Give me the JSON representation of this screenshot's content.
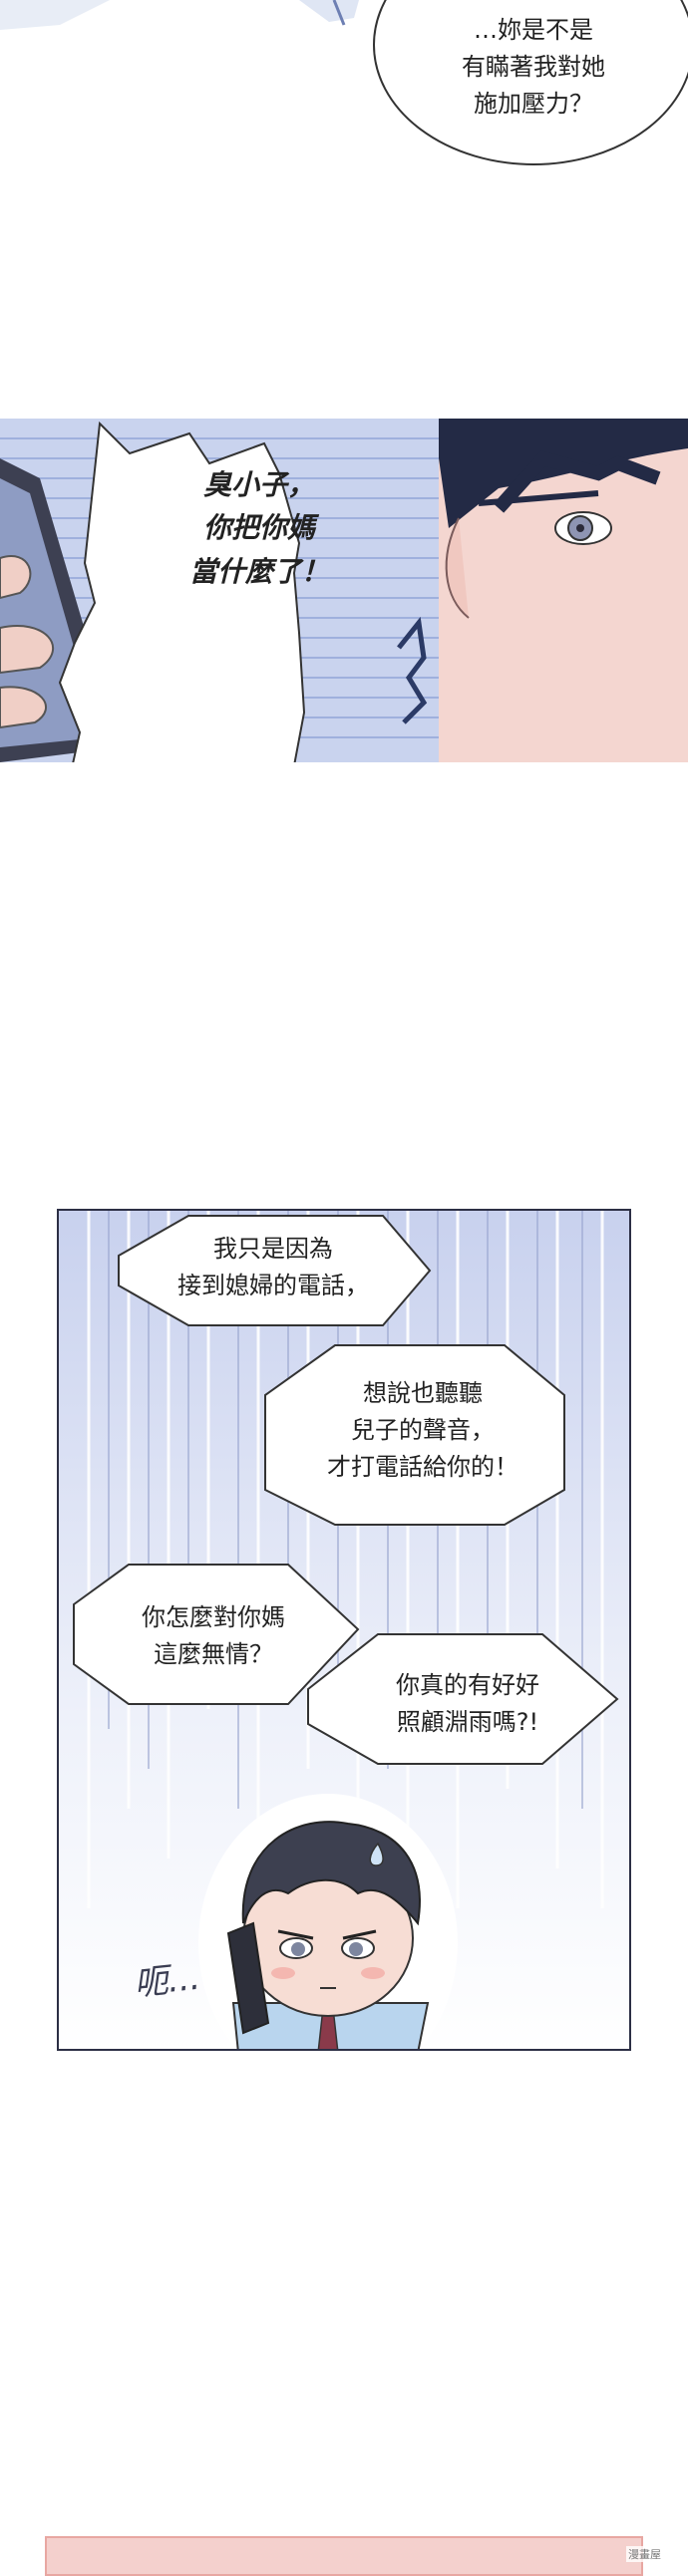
{
  "top_bubble": {
    "lines": [
      "…妳是不是",
      "有瞞著我對她",
      "施加壓力？"
    ]
  },
  "panel2": {
    "shout_lines": [
      "臭小子，",
      "你把你媽",
      "當什麼了！"
    ]
  },
  "panel3": {
    "bubble1": [
      "我只是因為",
      "接到媳婦的電話，"
    ],
    "bubble2": [
      "想說也聽聽",
      "兒子的聲音，",
      "才打電話給你的！"
    ],
    "bubble3": [
      "你怎麼對你媽",
      "這麼無情？"
    ],
    "bubble4": [
      "你真的有好好",
      "照顧淵雨嗎?!"
    ],
    "sfx": "呃..."
  },
  "watermark": "漫畫屋",
  "colors": {
    "panel_blue": "#c9d3ee",
    "border": "#2c2f45",
    "skin": "#f6d9d3",
    "bottom_strip": "#f4d0cd"
  }
}
